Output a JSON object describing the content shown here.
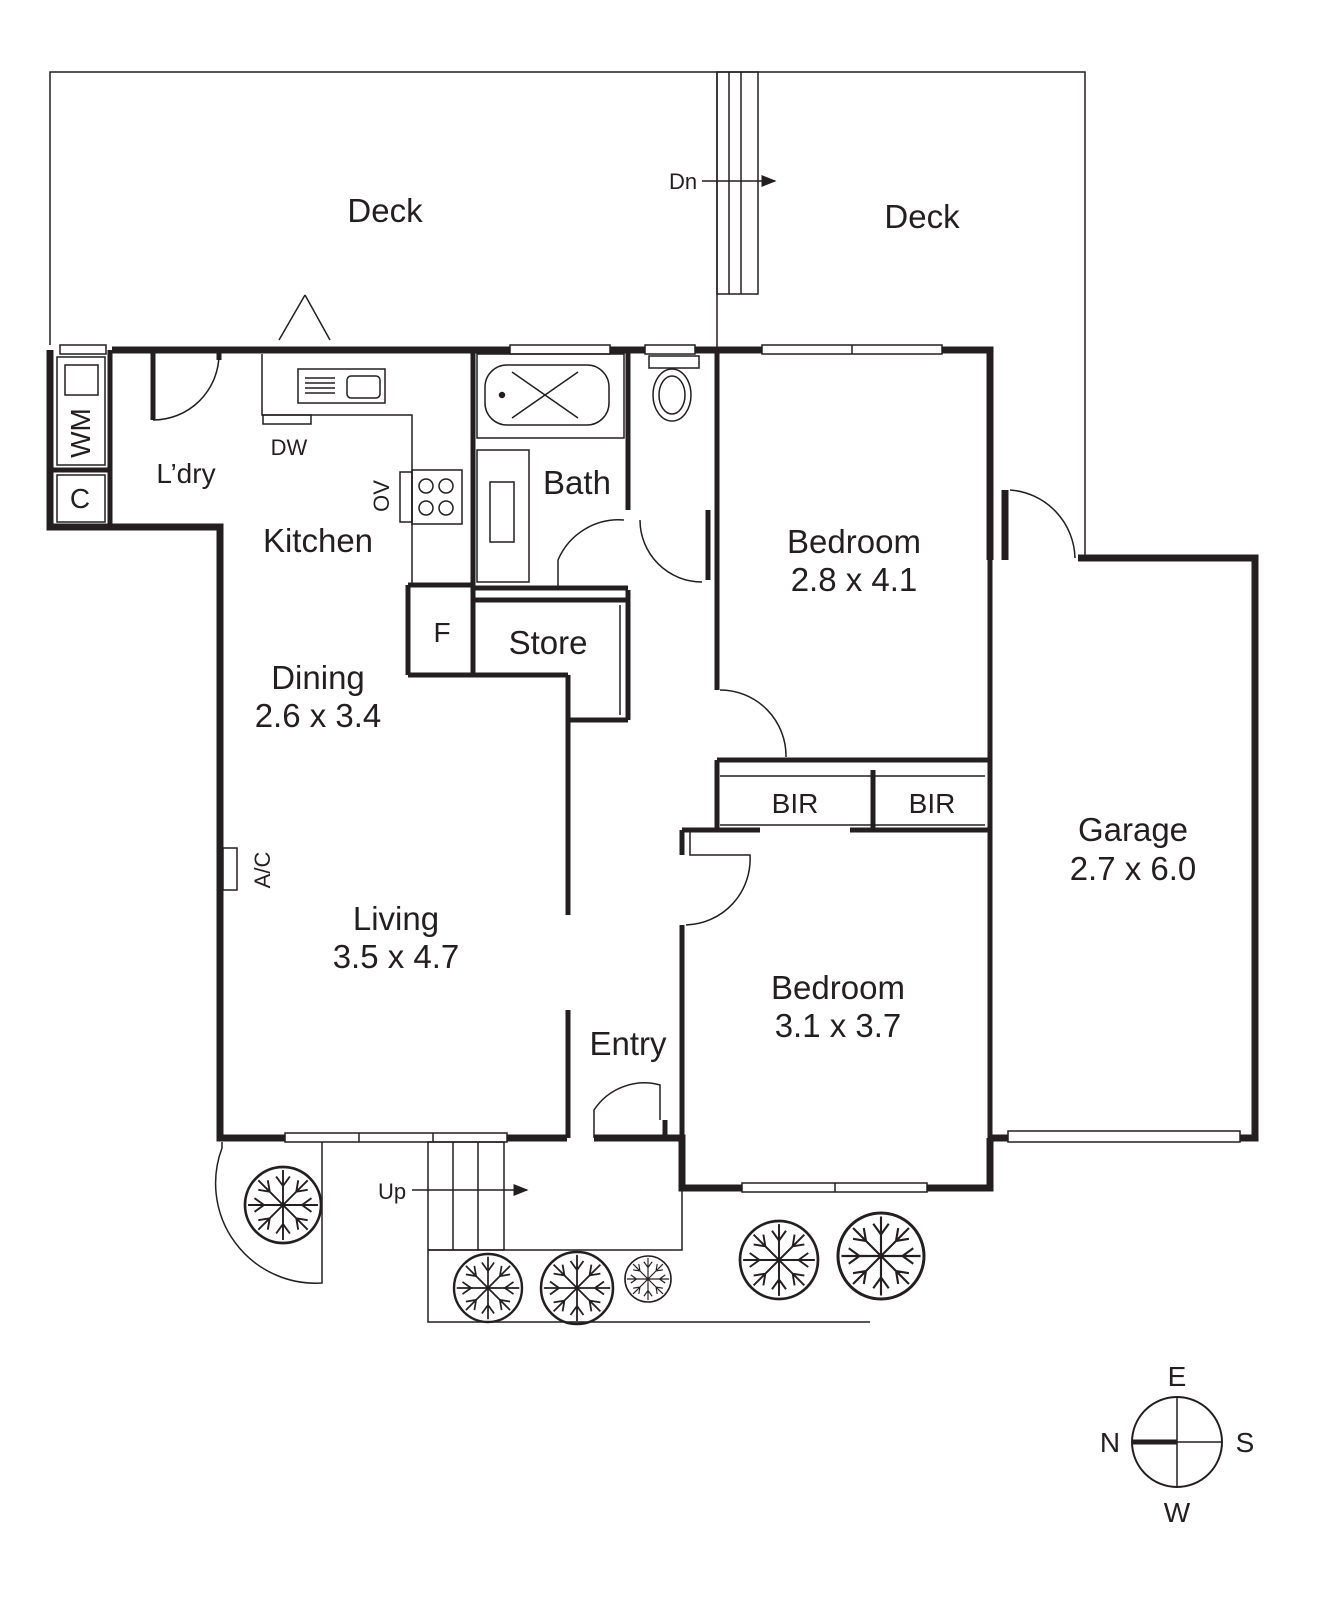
{
  "rooms": {
    "deck_left": "Deck",
    "deck_right": "Deck",
    "laundry": "L’dry",
    "kitchen": "Kitchen",
    "bath": "Bath",
    "store": "Store",
    "dining": {
      "name": "Dining",
      "size": "2.6 x 3.4"
    },
    "living": {
      "name": "Living",
      "size": "3.5 x 4.7"
    },
    "entry": "Entry",
    "bedroom1": {
      "name": "Bedroom",
      "size": "2.8 x 4.1"
    },
    "bedroom2": {
      "name": "Bedroom",
      "size": "3.1 x 3.7"
    },
    "garage": {
      "name": "Garage",
      "size": "2.7 x 6.0"
    }
  },
  "fixtures": {
    "washing_machine": "WM",
    "cupboard": "C",
    "dishwasher": "DW",
    "oven": "OV",
    "fridge": "F",
    "air_con": "A/C",
    "bir_left": "BIR",
    "bir_right": "BIR"
  },
  "stairs": {
    "down": "Dn",
    "up": "Up"
  },
  "compass": {
    "north": "N",
    "east": "E",
    "south": "S",
    "west": "W"
  }
}
